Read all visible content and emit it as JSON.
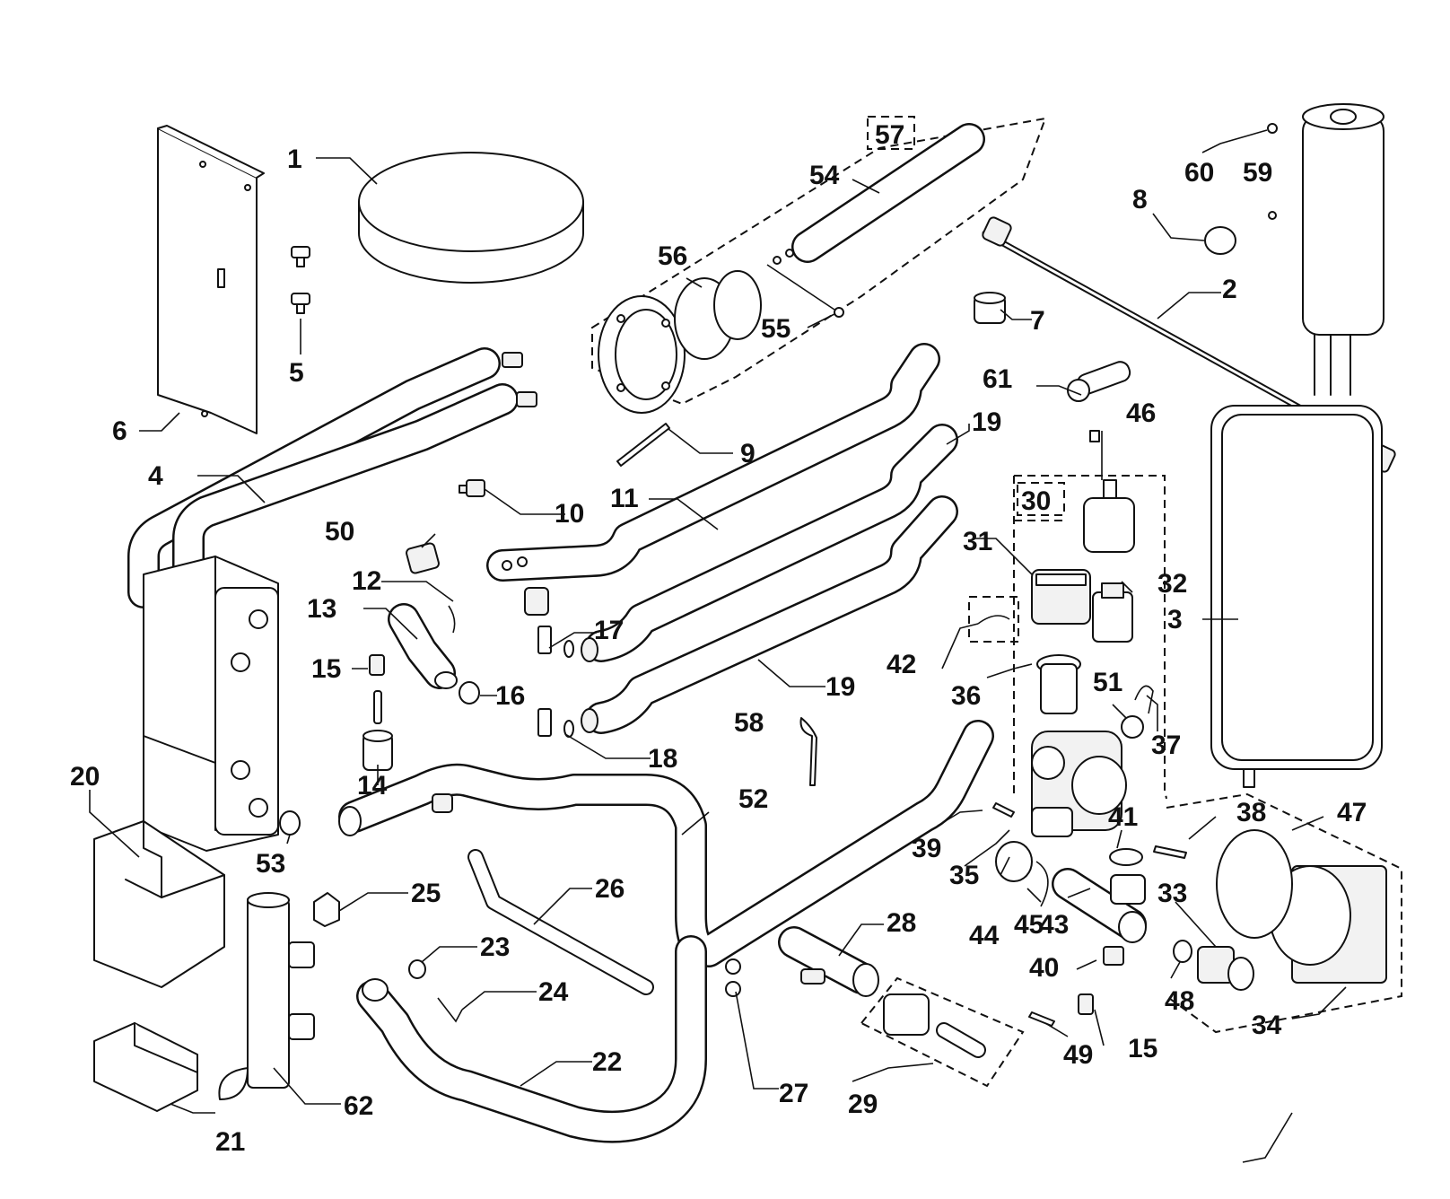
{
  "colors": {
    "line": "#111111",
    "background": "#ffffff",
    "part_fill": "#f2f2f2"
  },
  "callouts": [
    {
      "id": "c1",
      "text": "1"
    },
    {
      "id": "c2",
      "text": "2"
    },
    {
      "id": "c3",
      "text": "3"
    },
    {
      "id": "c4",
      "text": "4"
    },
    {
      "id": "c5",
      "text": "5"
    },
    {
      "id": "c6",
      "text": "6"
    },
    {
      "id": "c7",
      "text": "7"
    },
    {
      "id": "c8",
      "text": "8"
    },
    {
      "id": "c9",
      "text": "9"
    },
    {
      "id": "c10",
      "text": "10"
    },
    {
      "id": "c11",
      "text": "11"
    },
    {
      "id": "c12",
      "text": "12"
    },
    {
      "id": "c13",
      "text": "13"
    },
    {
      "id": "c14",
      "text": "14"
    },
    {
      "id": "c15a",
      "text": "15"
    },
    {
      "id": "c15b",
      "text": "15"
    },
    {
      "id": "c16",
      "text": "16"
    },
    {
      "id": "c17",
      "text": "17"
    },
    {
      "id": "c18",
      "text": "18"
    },
    {
      "id": "c19a",
      "text": "19"
    },
    {
      "id": "c19b",
      "text": "19"
    },
    {
      "id": "c20",
      "text": "20"
    },
    {
      "id": "c21",
      "text": "21"
    },
    {
      "id": "c22",
      "text": "22"
    },
    {
      "id": "c23",
      "text": "23"
    },
    {
      "id": "c24",
      "text": "24"
    },
    {
      "id": "c25",
      "text": "25"
    },
    {
      "id": "c26",
      "text": "26"
    },
    {
      "id": "c27",
      "text": "27"
    },
    {
      "id": "c28",
      "text": "28"
    },
    {
      "id": "c29",
      "text": "29"
    },
    {
      "id": "c30",
      "text": "30"
    },
    {
      "id": "c31",
      "text": "31"
    },
    {
      "id": "c32",
      "text": "32"
    },
    {
      "id": "c33",
      "text": "33"
    },
    {
      "id": "c34",
      "text": "34"
    },
    {
      "id": "c35",
      "text": "35"
    },
    {
      "id": "c36",
      "text": "36"
    },
    {
      "id": "c37",
      "text": "37"
    },
    {
      "id": "c38",
      "text": "38"
    },
    {
      "id": "c39",
      "text": "39"
    },
    {
      "id": "c40",
      "text": "40"
    },
    {
      "id": "c41",
      "text": "41"
    },
    {
      "id": "c42",
      "text": "42"
    },
    {
      "id": "c43",
      "text": "43"
    },
    {
      "id": "c44",
      "text": "44"
    },
    {
      "id": "c45",
      "text": "45"
    },
    {
      "id": "c46",
      "text": "46"
    },
    {
      "id": "c47",
      "text": "47"
    },
    {
      "id": "c48",
      "text": "48"
    },
    {
      "id": "c49",
      "text": "49"
    },
    {
      "id": "c50",
      "text": "50"
    },
    {
      "id": "c51",
      "text": "51"
    },
    {
      "id": "c52",
      "text": "52"
    },
    {
      "id": "c53",
      "text": "53"
    },
    {
      "id": "c54",
      "text": "54"
    },
    {
      "id": "c55",
      "text": "55"
    },
    {
      "id": "c56",
      "text": "56"
    },
    {
      "id": "c57",
      "text": "57"
    },
    {
      "id": "c58",
      "text": "58"
    },
    {
      "id": "c59",
      "text": "59"
    },
    {
      "id": "c60",
      "text": "60"
    },
    {
      "id": "c61",
      "text": "61"
    },
    {
      "id": "c62",
      "text": "62"
    }
  ]
}
